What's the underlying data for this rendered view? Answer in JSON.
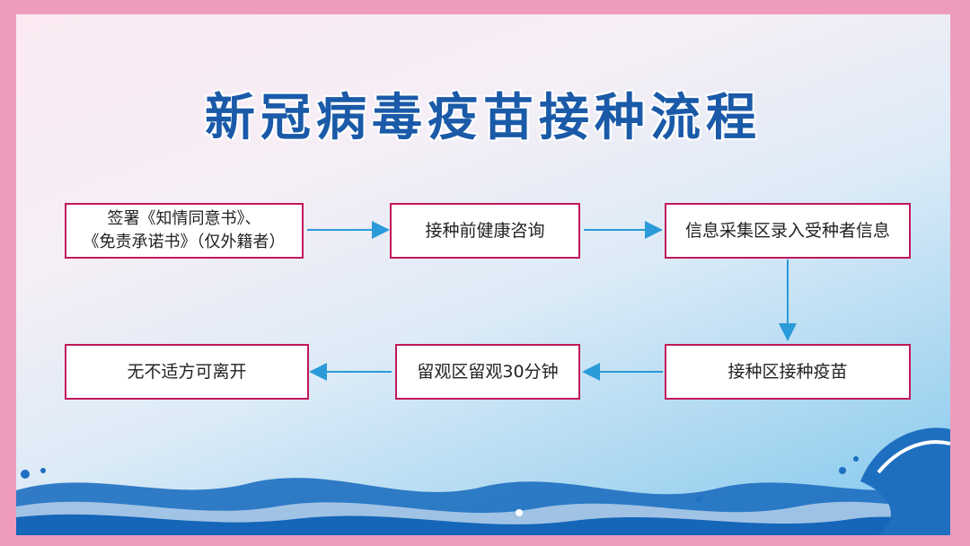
{
  "title": "新冠病毒疫苗接种流程",
  "steps": [
    {
      "line1": "签署《知情同意书》、",
      "line2": "《免责承诺书》（仅外籍者）"
    },
    {
      "label": "接种前健康咨询"
    },
    {
      "label": "信息采集区录入受种者信息"
    },
    {
      "label": "接种区接种疫苗"
    },
    {
      "label": "留观区留观30分钟"
    },
    {
      "label": "无不适方可离开"
    }
  ],
  "colors": {
    "border": "#ef9cbc",
    "title": "#1a5aa8",
    "box_border": "#c2185b",
    "arrow": "#2a9ad8",
    "wave": "#1e6fc0"
  }
}
